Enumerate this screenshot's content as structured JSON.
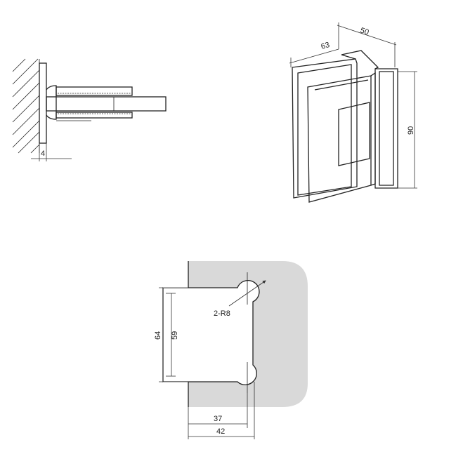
{
  "side_view": {
    "gap_dim": "4"
  },
  "iso_view": {
    "depth_dim": "50",
    "width_dim": "63",
    "height_dim": "90"
  },
  "cutout_view": {
    "radius_label": "2-R8",
    "outer_height_dim": "64",
    "inner_height_dim": "59",
    "inner_width_dim": "37",
    "outer_width_dim": "42",
    "glass_fill": "#d9d9d9"
  }
}
